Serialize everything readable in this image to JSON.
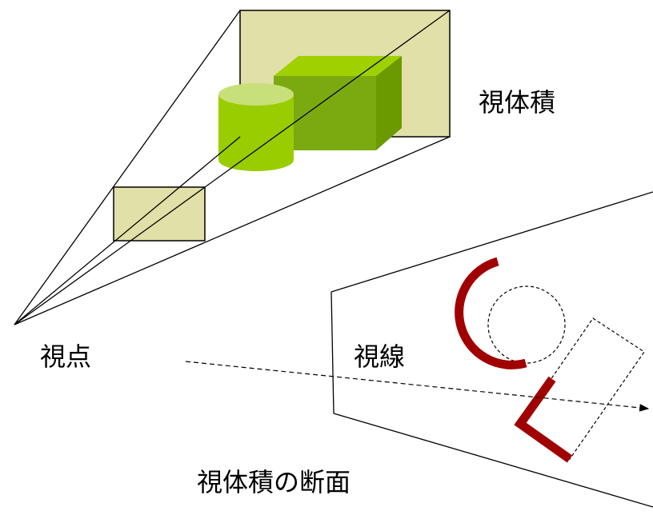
{
  "labels": {
    "view_volume": "視体積",
    "viewpoint": "視点",
    "line_of_sight": "視線",
    "view_volume_section": "視体積の断面"
  },
  "colors": {
    "plane_fill": "#e0e0a8",
    "line": "#000000",
    "cylinder_side": "#9acd00",
    "cylinder_top": "#c8e07a",
    "box_front": "#7aaa10",
    "box_top": "#9fd000",
    "box_side": "#6a9a00",
    "section_shape": "#a00000"
  }
}
